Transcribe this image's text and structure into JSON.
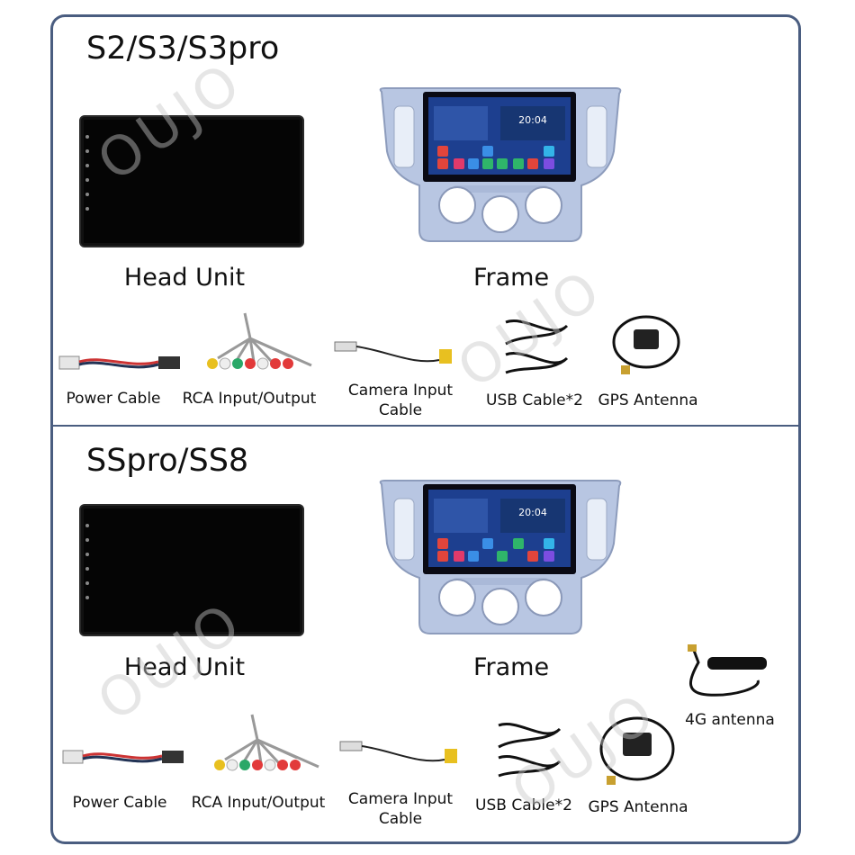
{
  "colors": {
    "border": "#4a5d80",
    "frame": "#b8c6e2",
    "screen": "#050505"
  },
  "watermark": "OUJO",
  "sections": [
    {
      "title": "S2/S3/S3pro",
      "head_unit_label": "Head Unit",
      "frame_label": "Frame",
      "clock": "20:04",
      "accessories": {
        "power_cable": "Power Cable",
        "rca": "RCA Input/Output",
        "camera_line1": "Camera Input",
        "camera_line2": "Cable",
        "usb": "USB Cable*2",
        "gps": "GPS Antenna"
      }
    },
    {
      "title": "SSpro/SS8",
      "head_unit_label": "Head Unit",
      "frame_label": "Frame",
      "clock": "20:04",
      "accessories": {
        "power_cable": "Power Cable",
        "rca": "RCA Input/Output",
        "camera_line1": "Camera Input",
        "camera_line2": "Cable",
        "usb": "USB Cable*2",
        "gps": "GPS Antenna",
        "antenna_4g": "4G antenna"
      }
    }
  ]
}
